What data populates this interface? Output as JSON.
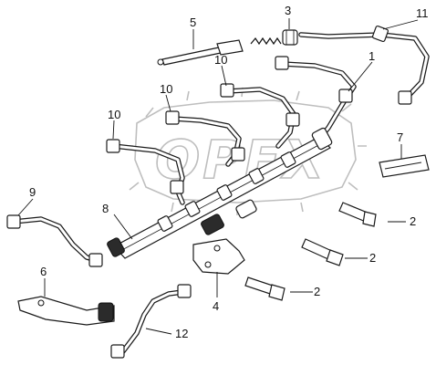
{
  "diagram": {
    "watermark_logo": "OPEX",
    "callouts": [
      {
        "id": "c1",
        "label": "1"
      },
      {
        "id": "c2a",
        "label": "2"
      },
      {
        "id": "c2b",
        "label": "2"
      },
      {
        "id": "c2c",
        "label": "2"
      },
      {
        "id": "c3",
        "label": "3"
      },
      {
        "id": "c4",
        "label": "4"
      },
      {
        "id": "c5",
        "label": "5"
      },
      {
        "id": "c6",
        "label": "6"
      },
      {
        "id": "c7",
        "label": "7"
      },
      {
        "id": "c8",
        "label": "8"
      },
      {
        "id": "c9",
        "label": "9"
      },
      {
        "id": "c10a",
        "label": "10"
      },
      {
        "id": "c10b",
        "label": "10"
      },
      {
        "id": "c10c",
        "label": "10"
      },
      {
        "id": "c11",
        "label": "11"
      },
      {
        "id": "c12",
        "label": "12"
      }
    ]
  }
}
